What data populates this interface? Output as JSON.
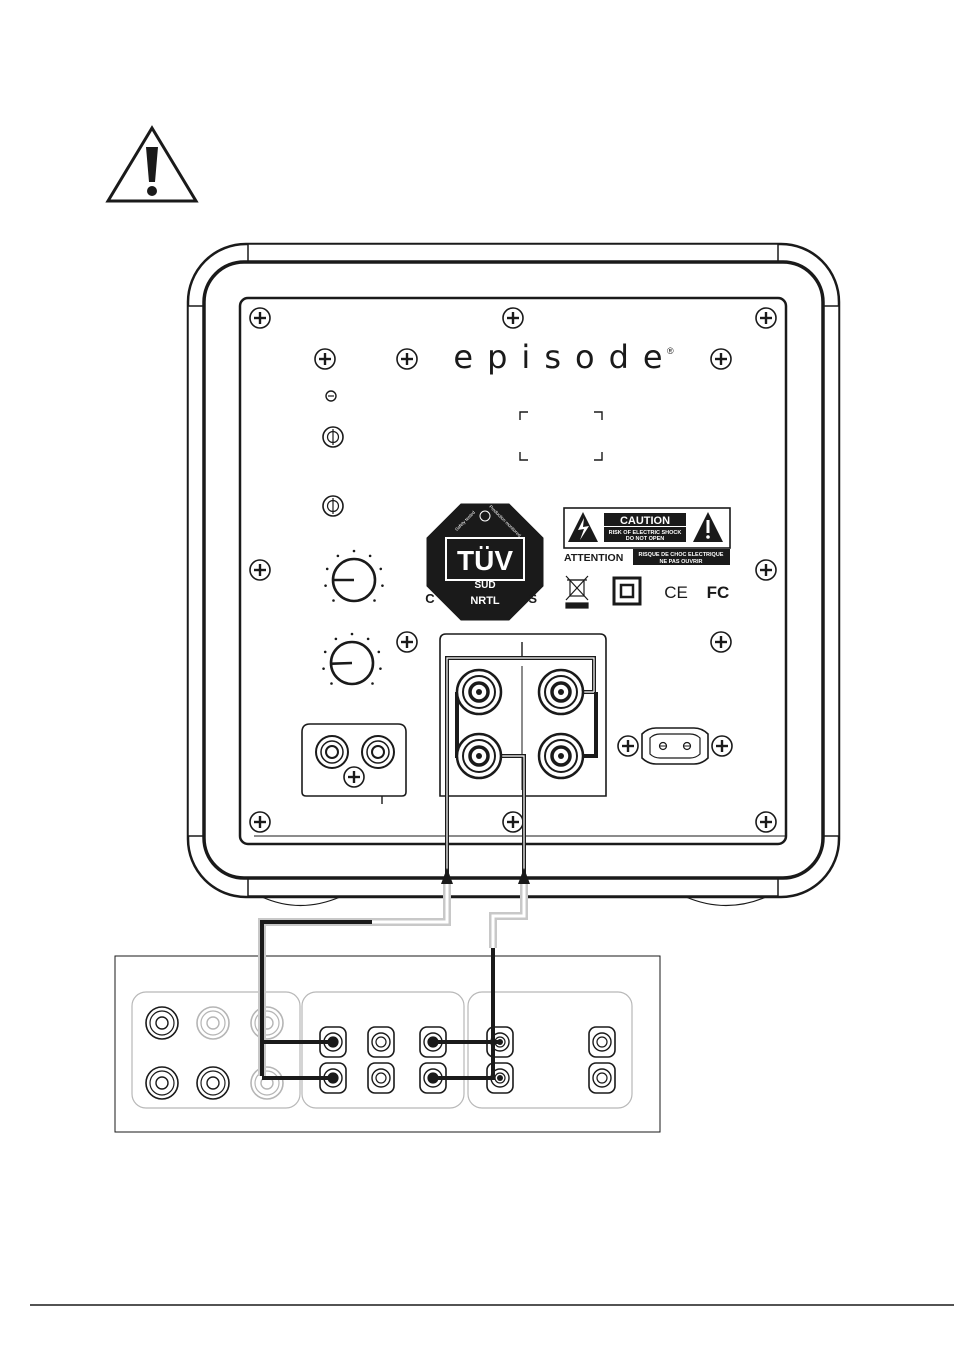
{
  "brand": {
    "logo_text": "episode",
    "registered_mark": "®"
  },
  "caution_label": {
    "title": "CAUTION",
    "line1": "RISK OF ELECTRIC SHOCK",
    "line2": "DO NOT OPEN",
    "attention": "ATTENTION",
    "fr_line1": "RISQUE DE CHOC ELECTRIQUE",
    "fr_line2": "NE PAS OUVRIR"
  },
  "certification": {
    "tuv": "TÜV",
    "sud": "SÜD",
    "nrtl": "NRTL",
    "c": "C",
    "us": "US",
    "safety_tested": "Safety tested",
    "production_monitored": "Production monitored"
  },
  "compliance_marks": {
    "ce": "CE",
    "fc": "FC"
  },
  "icons": [
    "warning-triangle-icon",
    "screw-icon",
    "power-led-icon",
    "toggle-switch-icon",
    "rotary-knob-icon",
    "binding-post-icon",
    "rca-jack-icon",
    "ac-inlet-icon",
    "lightning-bolt-icon",
    "exclamation-icon",
    "weee-bin-icon",
    "double-insulation-icon"
  ],
  "colors": {
    "line": "#1a1a1a",
    "cable_dark": "#1a1a1a",
    "cable_light": "#c8c8c8",
    "label_bg": "#1a1a1a"
  }
}
